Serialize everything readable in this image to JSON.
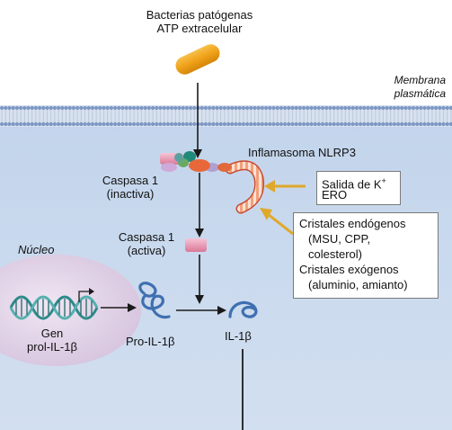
{
  "labels": {
    "stimulus_line1": "Bacterias patógenas",
    "stimulus_line2": "ATP extracelular",
    "membrane_line1": "Membrana",
    "membrane_line2": "plasmática",
    "inflammasome": "Inflamasoma NLRP3",
    "caspase_inactive_line1": "Caspasa 1",
    "caspase_inactive_line2": "(inactiva)",
    "caspase_active_line1": "Caspasa 1",
    "caspase_active_line2": "(activa)",
    "nucleus": "Núcleo",
    "gene_line1": "Gen",
    "gene_line2": "prol-IL-1β",
    "pro_il1b": "Pro-IL-1β",
    "il1b": "IL-1β"
  },
  "box_k": {
    "line1_prefix": "Salida de K",
    "line1_sup": "+",
    "line2": "ERO"
  },
  "box_crystals": {
    "line1": "Cristales endógenos",
    "line2": "(MSU, CPP,",
    "line3": "colesterol)",
    "line4": "Cristales exógenos",
    "line5": "(aluminio, amianto)"
  },
  "colors": {
    "membrane_fill": "#cfdcef",
    "cytoplasm": "#c8d8ec",
    "pill": "#f0a21a",
    "nucleus": "#e4d6ea",
    "arrow_yellow": "#e0a82a",
    "caspase": "#e996b2",
    "inflammasome": "#e8683a",
    "curl": "#3f6fb0"
  }
}
